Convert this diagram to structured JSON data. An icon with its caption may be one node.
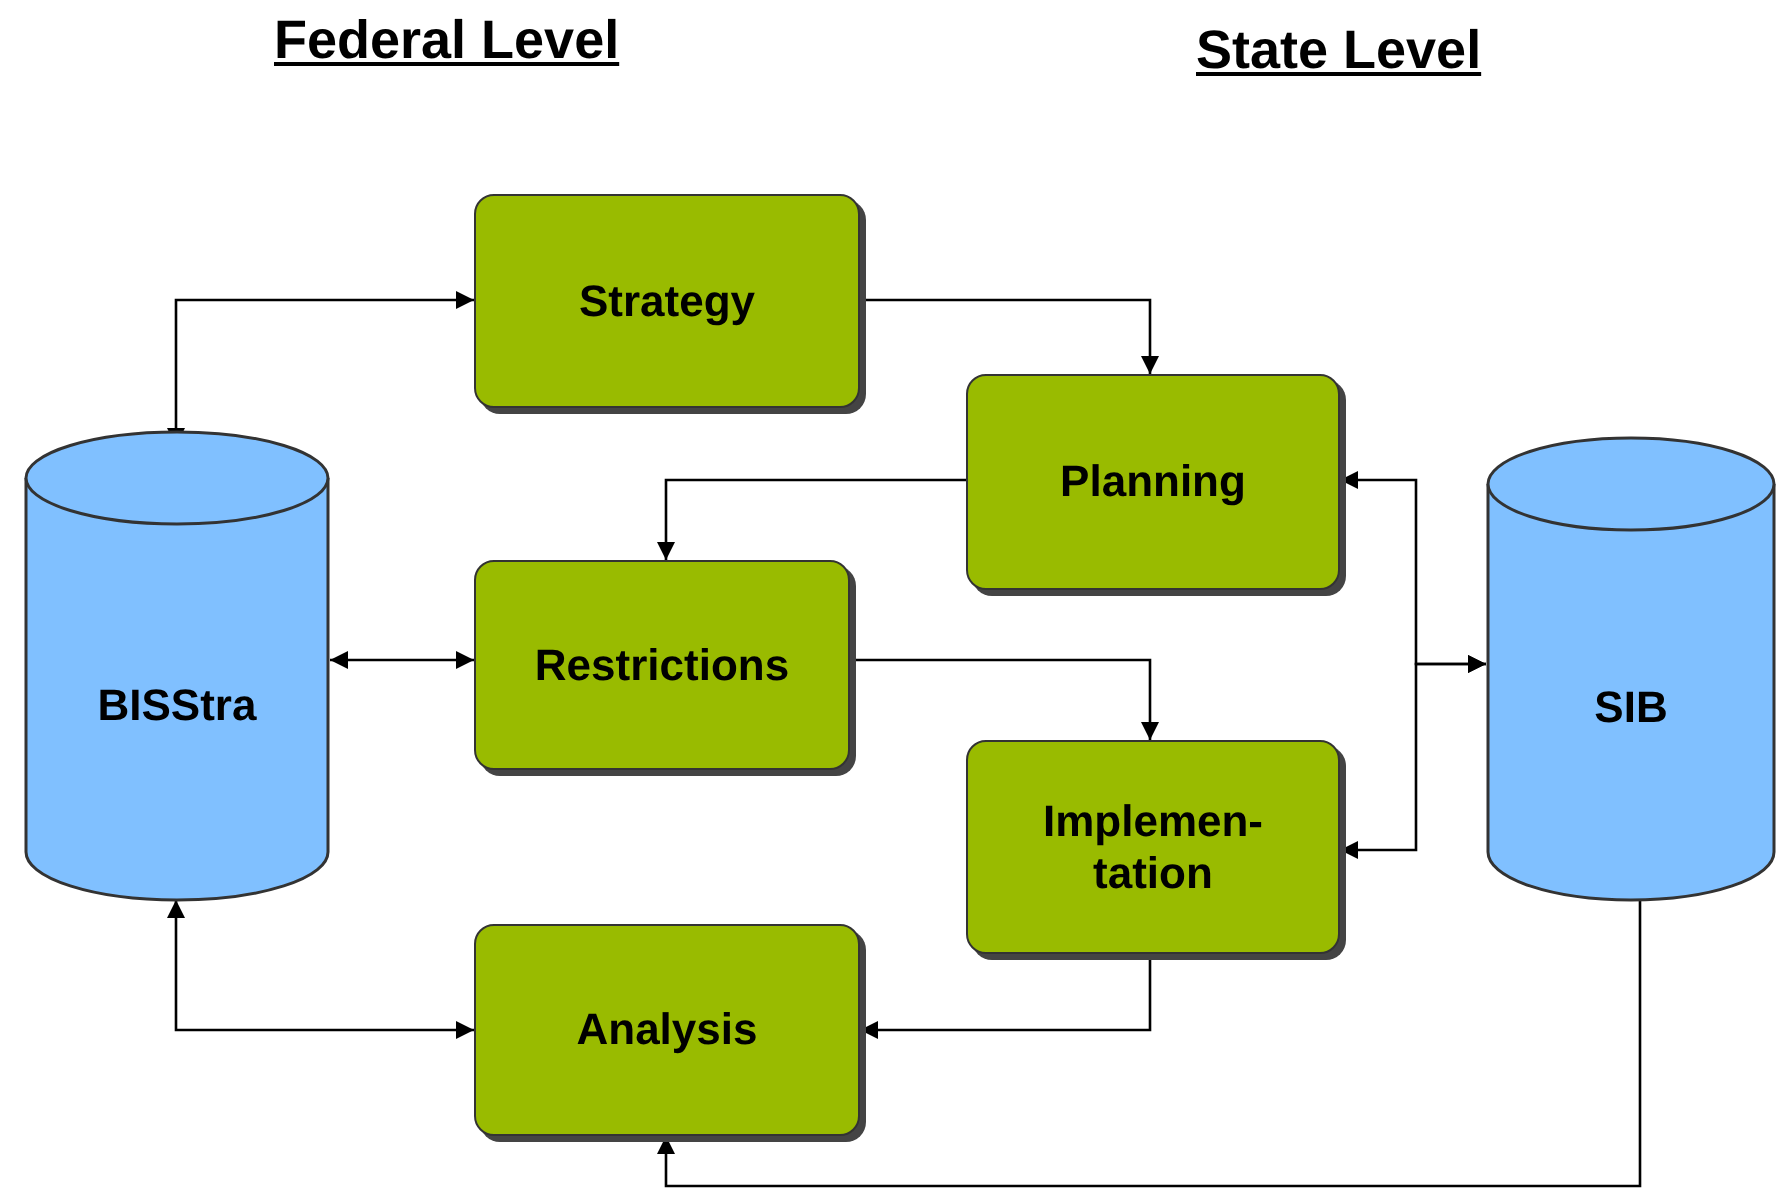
{
  "diagram": {
    "nodes": [
      {
        "text": [
          "BISStra"
        ]
      },
      {
        "text": [
          "Strategy"
        ]
      },
      {
        "text": [
          "Planning"
        ]
      },
      {
        "text": [
          "Restrictions"
        ]
      },
      {
        "text": [
          "Implemen- tation"
        ]
      },
      {
        "text": [
          "Analysis"
        ]
      },
      {
        "text": [
          "SIB"
        ]
      }
    ],
    "edges": [
      {
        "from": 0,
        "to": 1,
        "arrow": "both"
      },
      {
        "from": 1,
        "to": 2,
        "arrow": "to"
      },
      {
        "from": 2,
        "to": 3,
        "arrow": "to"
      },
      {
        "from": 0,
        "to": 3,
        "arrow": "both"
      },
      {
        "from": 3,
        "to": 4,
        "arrow": "to"
      },
      {
        "from": 4,
        "to": 5,
        "arrow": "to"
      },
      {
        "from": 0,
        "to": 5,
        "arrow": "both"
      },
      {
        "from": 6,
        "to": 2,
        "arrow": "both"
      },
      {
        "from": 6,
        "to": 4,
        "arrow": "both"
      },
      {
        "from": 6,
        "to": 5,
        "arrow": "to"
      }
    ],
    "labels": [
      "Federal Level",
      "State Level"
    ]
  }
}
